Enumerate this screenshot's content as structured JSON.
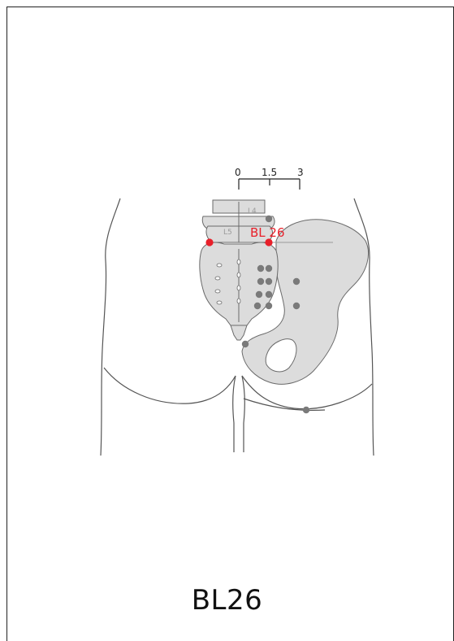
{
  "point_label": "BL 26",
  "caption": "BL26",
  "scale": {
    "ticks": [
      "0",
      "1.5",
      "3"
    ]
  },
  "vertebrae": {
    "l4": "L4",
    "l5": "L5"
  },
  "colors": {
    "highlight": "#e8202a",
    "bone": "#dcdcdc",
    "point": "#7a7a7a",
    "outline": "#555555"
  }
}
